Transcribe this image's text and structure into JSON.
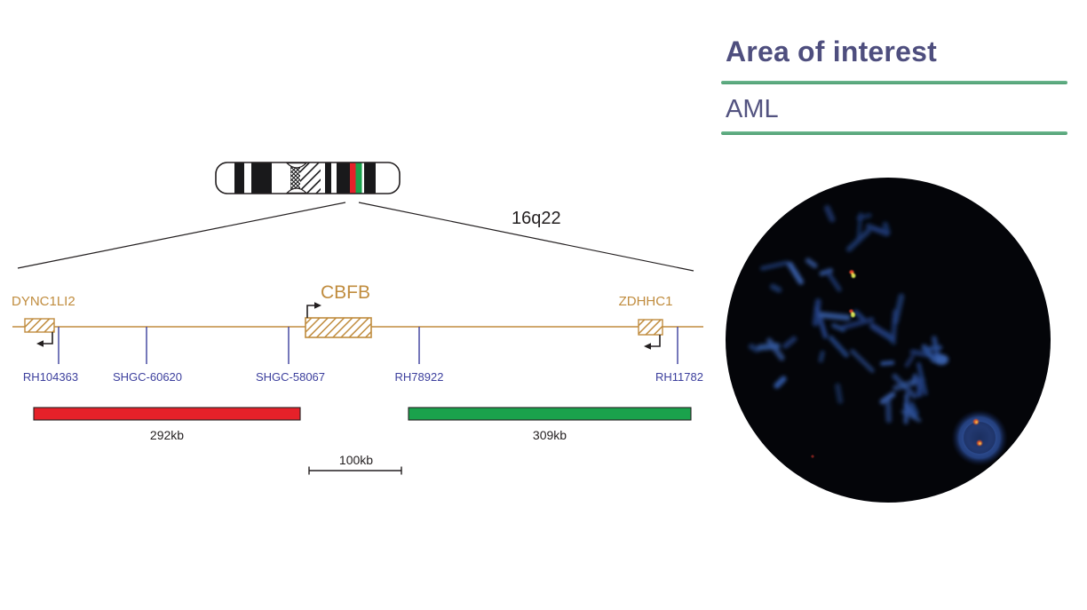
{
  "header": {
    "title": "Area of interest",
    "subtitle": "AML"
  },
  "ideogram": {
    "band_label": "16q22"
  },
  "map": {
    "genes": [
      {
        "name": "DYNC1LI2",
        "strand": "reverse"
      },
      {
        "name": "CBFB",
        "strand": "forward"
      },
      {
        "name": "ZDHHC1",
        "strand": "reverse"
      }
    ],
    "markers": [
      {
        "name": "RH104363"
      },
      {
        "name": "SHGC-60620"
      },
      {
        "name": "SHGC-58067"
      },
      {
        "name": "RH78922"
      },
      {
        "name": "RH11782"
      }
    ],
    "probes": [
      {
        "label": "292kb",
        "color": "#e62129"
      },
      {
        "label": "309kb",
        "color": "#1aa24c"
      }
    ],
    "scale_bar": {
      "label": "100kb"
    }
  },
  "colors": {
    "gene_orange": "#c08c3e",
    "marker_blue": "#3c3f9d",
    "probe_red": "#e62129",
    "probe_green": "#1aa24c",
    "title_purple": "#4e4e7e",
    "divider_green": "#5aa87c",
    "ink": "#231f20"
  }
}
